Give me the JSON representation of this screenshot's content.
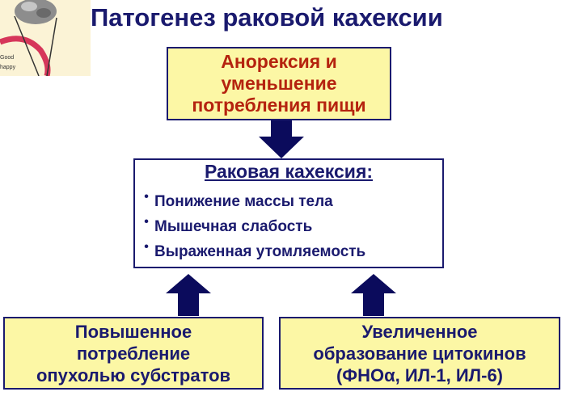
{
  "title": "Патогенез раковой кахексии",
  "logo": {
    "icon": "tumor-balloon-icon",
    "text_line1": "Good",
    "text_line2": "happy"
  },
  "top_box": {
    "line1": "Анорексия и",
    "line2": "уменьшение",
    "line3": "потребления пищи"
  },
  "center_box": {
    "heading": "Раковая кахексия:",
    "items": [
      "Понижение массы тела",
      "Мышечная слабость",
      "Выраженная утомляемость"
    ]
  },
  "left_box": {
    "line1": "Повышенное",
    "line2": "потребление",
    "line3": "опухолью субстратов"
  },
  "right_box": {
    "line1": "Увеличенное",
    "line2": "образование цитокинов",
    "line3": "(ФНОα, ИЛ-1, ИЛ-6)"
  },
  "colors": {
    "title": "#1a1a6e",
    "box_fill": "#fcf7a5",
    "top_text": "#b5230f",
    "arrow": "#0b0b5c"
  }
}
